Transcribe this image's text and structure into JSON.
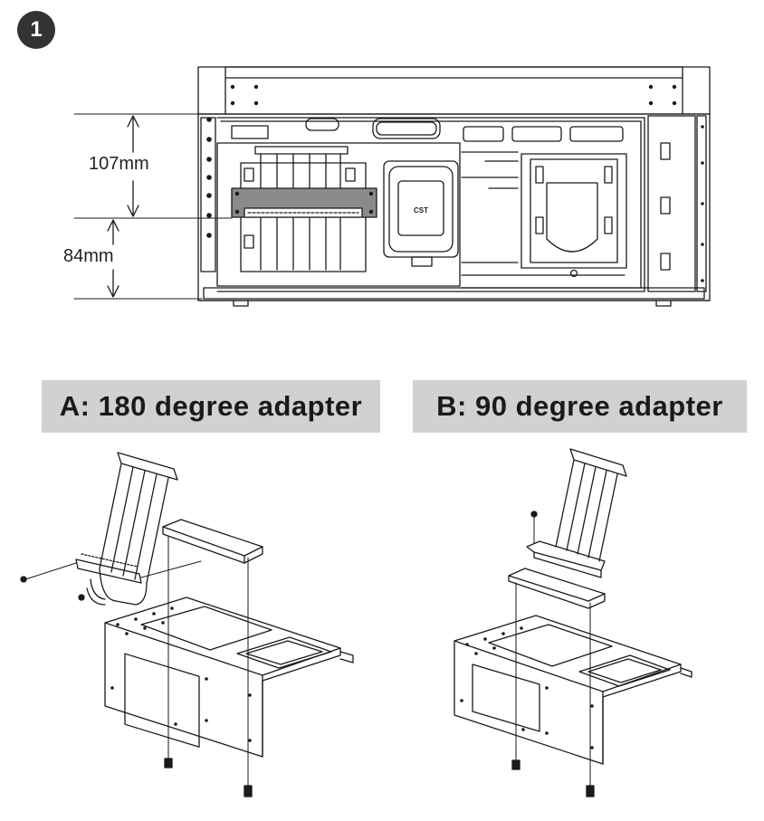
{
  "step": {
    "number": "1"
  },
  "dimensions": {
    "upper": "107mm",
    "lower": "84mm"
  },
  "chip_label": "CST",
  "variants": [
    {
      "id": "a",
      "title": "A: 180 degree adapter"
    },
    {
      "id": "b",
      "title": "B: 90 degree adapter"
    }
  ],
  "colors": {
    "line": "#1a1a1a",
    "banner": "#d1d1d1",
    "highlight": "#8a8a8a",
    "badge": "#333333"
  }
}
